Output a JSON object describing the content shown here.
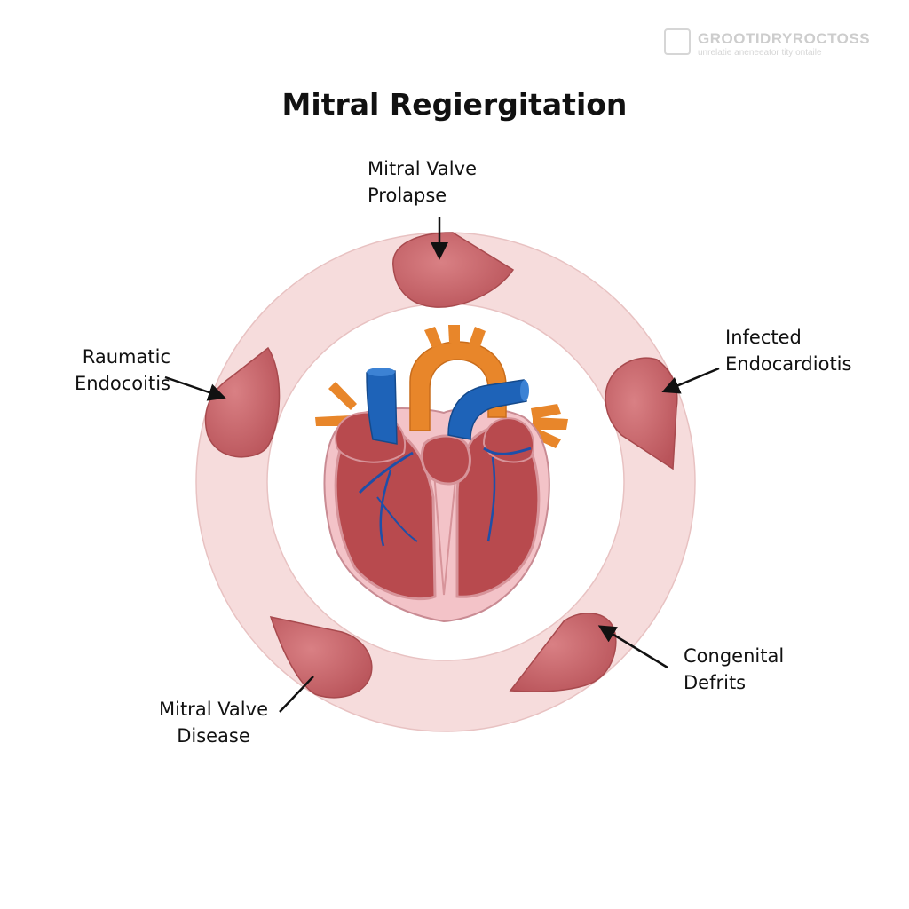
{
  "title": "Mitral Regiergitation",
  "watermark": {
    "name": "GROOTIDRYROCTOSS",
    "tagline": "unrelatie aneneeator tity ontaile"
  },
  "causes": [
    {
      "id": "top",
      "line1": "Mitral Valve",
      "line2": "Prolapse"
    },
    {
      "id": "left",
      "line1": "Raumatic",
      "line2": "Endocoitis"
    },
    {
      "id": "right",
      "line1": "Infected",
      "line2": "Endocardiotis"
    },
    {
      "id": "bottom-left",
      "line1": "Mitral Valve",
      "line2": "Disease"
    },
    {
      "id": "bottom-right",
      "line1": "Congenital",
      "line2": "Defrits"
    }
  ],
  "colors": {
    "ring": "#f6dcdc",
    "ring_edge": "#e2b3b3",
    "leaflet": "#c85f63",
    "leaflet_edge": "#a84a4e",
    "muscle": "#b84a4e",
    "endocardium": "#f2b8c0",
    "aorta": "#e8862a",
    "vena_cava": "#1e63b8"
  }
}
